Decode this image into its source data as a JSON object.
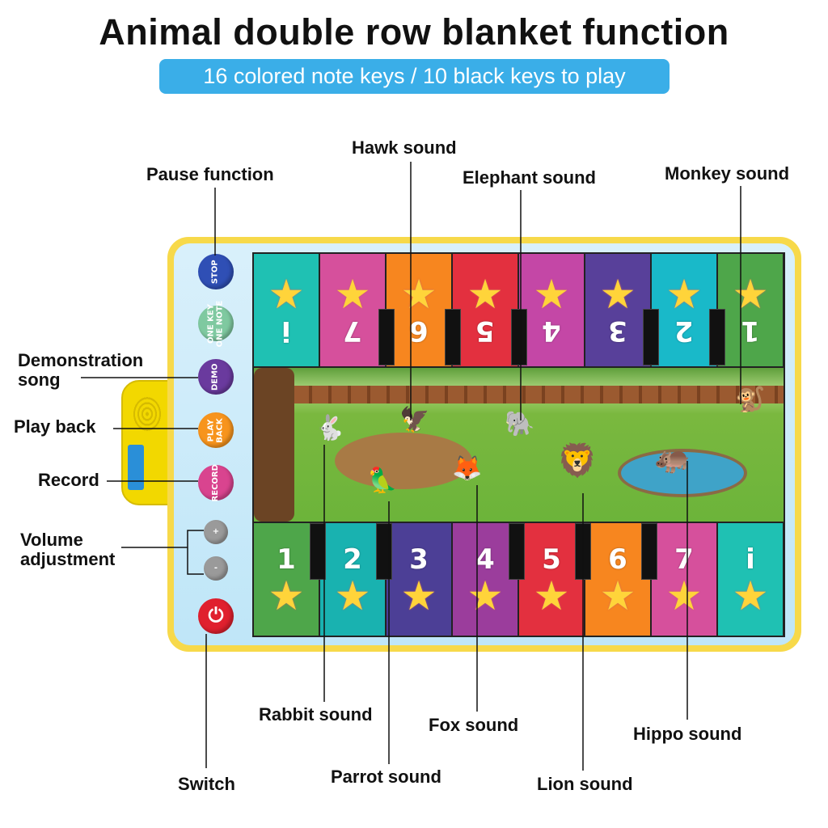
{
  "title": "Animal double row blanket function",
  "subtitle": "16 colored note keys / 10 black keys to play",
  "buttons": [
    {
      "label": "STOP",
      "color": "#2f4fb5"
    },
    {
      "label": "ONE KEY\nONE NOTE",
      "color": "#7fc9a0"
    },
    {
      "label": "DEMO",
      "color": "#6a3a9e"
    },
    {
      "label": "PLAY\nBACK",
      "color": "#f7941d"
    },
    {
      "label": "RECORD",
      "color": "#d9448f"
    },
    {
      "label": "+",
      "color": "#9a9a9a"
    },
    {
      "label": "-",
      "color": "#9a9a9a"
    },
    {
      "label": "⏻",
      "color": "#e0202e"
    }
  ],
  "top_keys": [
    {
      "num": "i̇",
      "color": "#1fc1b3"
    },
    {
      "num": "7",
      "color": "#d6509c"
    },
    {
      "num": "6",
      "color": "#f7861f"
    },
    {
      "num": "5",
      "color": "#e3303f"
    },
    {
      "num": "4",
      "color": "#c447a6"
    },
    {
      "num": "3",
      "color": "#58409a"
    },
    {
      "num": "2",
      "color": "#19b9c9"
    },
    {
      "num": "1",
      "color": "#4ea64a"
    }
  ],
  "bottom_keys": [
    {
      "num": "1",
      "color": "#4ea64a"
    },
    {
      "num": "2",
      "color": "#19b2b0"
    },
    {
      "num": "3",
      "color": "#4c3f96"
    },
    {
      "num": "4",
      "color": "#9b3d9c"
    },
    {
      "num": "5",
      "color": "#e3303f"
    },
    {
      "num": "6",
      "color": "#f7861f"
    },
    {
      "num": "7",
      "color": "#d6509c"
    },
    {
      "num": "i̇",
      "color": "#1fc1b3"
    }
  ],
  "labels": {
    "pause": "Pause function",
    "hawk": "Hawk sound",
    "elephant": "Elephant sound",
    "monkey": "Monkey sound",
    "demo_1": "Demonstration",
    "demo_2": "song",
    "playback": "Play back",
    "record": "Record",
    "volume_1": "Volume",
    "volume_2": "adjustment",
    "switch": "Switch",
    "rabbit": "Rabbit sound",
    "parrot": "Parrot sound",
    "fox": "Fox sound",
    "lion": "Lion sound",
    "hippo": "Hippo sound"
  }
}
